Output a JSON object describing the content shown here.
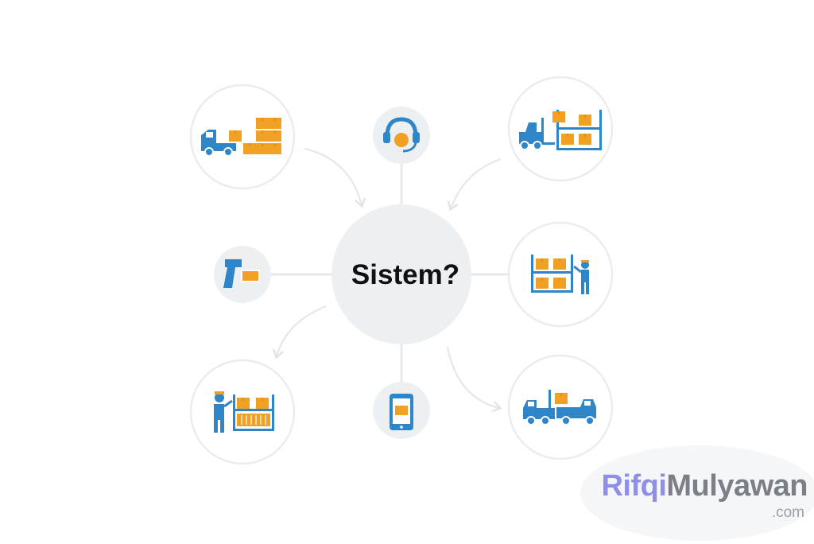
{
  "diagram": {
    "center_label": "Sistem?",
    "nodes": [
      {
        "id": "inbound-truck",
        "icon": "truck-with-boxes-icon"
      },
      {
        "id": "customer-service",
        "icon": "headset-icon"
      },
      {
        "id": "forklift",
        "icon": "forklift-icon"
      },
      {
        "id": "scanner",
        "icon": "barcode-scanner-icon"
      },
      {
        "id": "storage",
        "icon": "warehouse-worker-icon"
      },
      {
        "id": "picking",
        "icon": "picking-worker-icon"
      },
      {
        "id": "mobile",
        "icon": "mobile-phone-icon"
      },
      {
        "id": "outbound-truck",
        "icon": "delivery-truck-icon"
      }
    ]
  },
  "colors": {
    "blue": "#2e86c8",
    "orange": "#f0a022",
    "circle_stroke": "#e9edf0",
    "center_fill": "#edf0f3",
    "connector": "#e4e8eb"
  },
  "watermark": {
    "brand_part1": "Rifqi",
    "brand_part2": "Mulyawan",
    "tld": ".com"
  }
}
